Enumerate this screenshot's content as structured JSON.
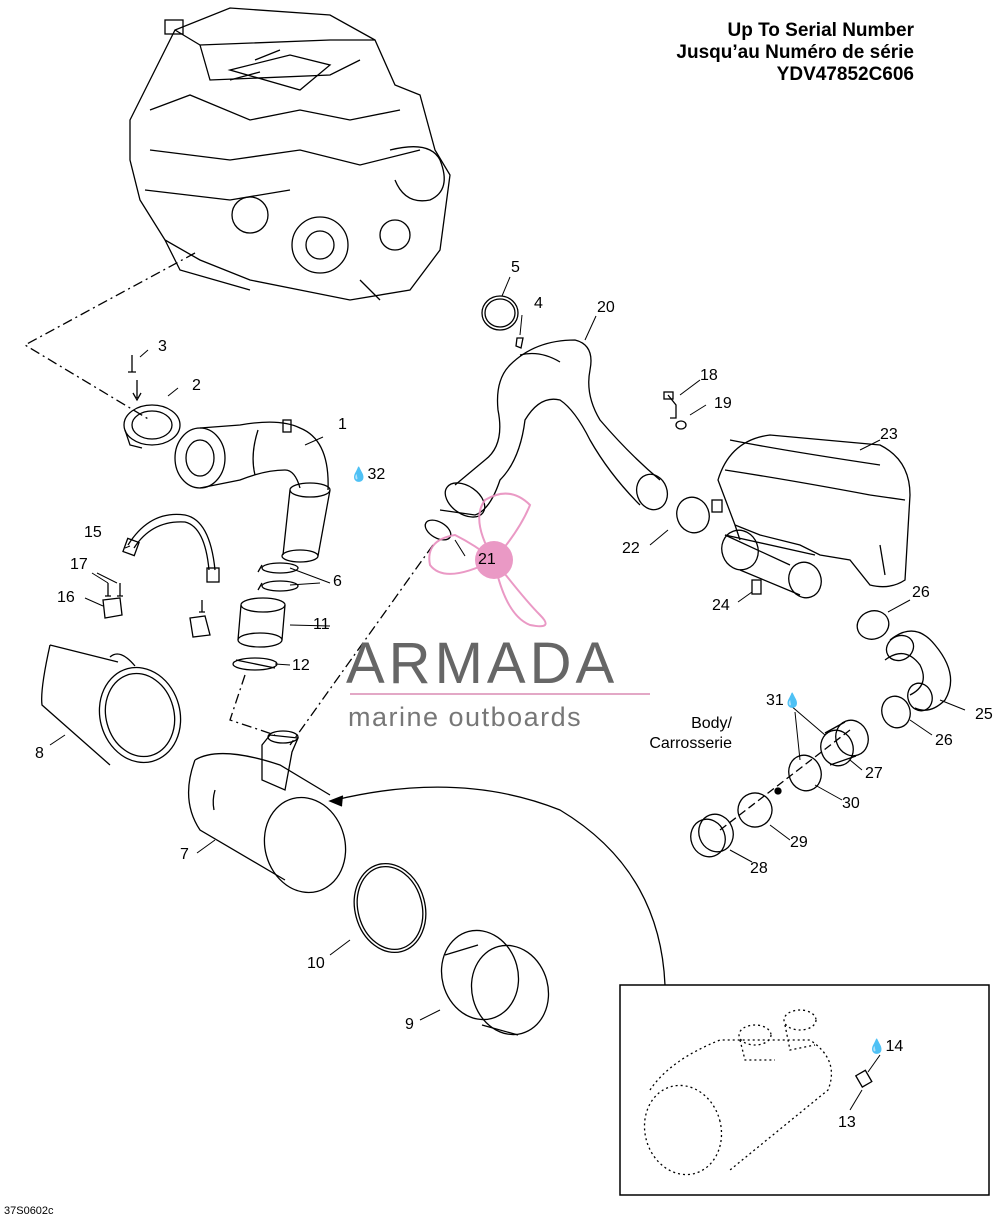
{
  "header": {
    "line1": "Up To Serial Number",
    "line2": "Jusqu’au Numéro de série",
    "line3": "YDV47852C606"
  },
  "watermark": {
    "name": "ARMADA",
    "tagline": "marine outboards",
    "accent_color": "#e88fbf"
  },
  "body_note": {
    "line1": "Body/",
    "line2": "Carrosserie"
  },
  "figure_code": "37S0602c",
  "callouts": [
    {
      "id": "c1",
      "label": "1"
    },
    {
      "id": "c2",
      "label": "2"
    },
    {
      "id": "c3",
      "label": "3"
    },
    {
      "id": "c4",
      "label": "4"
    },
    {
      "id": "c5",
      "label": "5"
    },
    {
      "id": "c6",
      "label": "6"
    },
    {
      "id": "c7",
      "label": "7"
    },
    {
      "id": "c8",
      "label": "8"
    },
    {
      "id": "c9",
      "label": "9"
    },
    {
      "id": "c10",
      "label": "10"
    },
    {
      "id": "c11",
      "label": "11"
    },
    {
      "id": "c12",
      "label": "12"
    },
    {
      "id": "c13",
      "label": "13"
    },
    {
      "id": "c14",
      "label": "14"
    },
    {
      "id": "c15",
      "label": "15"
    },
    {
      "id": "c16",
      "label": "16"
    },
    {
      "id": "c17",
      "label": "17"
    },
    {
      "id": "c18",
      "label": "18"
    },
    {
      "id": "c19",
      "label": "19"
    },
    {
      "id": "c20",
      "label": "20"
    },
    {
      "id": "c21",
      "label": "21"
    },
    {
      "id": "c22",
      "label": "22"
    },
    {
      "id": "c23",
      "label": "23"
    },
    {
      "id": "c24",
      "label": "24"
    },
    {
      "id": "c25",
      "label": "25"
    },
    {
      "id": "c26a",
      "label": "26"
    },
    {
      "id": "c26b",
      "label": "26"
    },
    {
      "id": "c27",
      "label": "27"
    },
    {
      "id": "c28",
      "label": "28"
    },
    {
      "id": "c29",
      "label": "29"
    },
    {
      "id": "c30",
      "label": "30"
    },
    {
      "id": "c31",
      "label": "31"
    },
    {
      "id": "c32",
      "label": "32"
    }
  ],
  "icons": {
    "drop": "oil-drop-icon"
  }
}
